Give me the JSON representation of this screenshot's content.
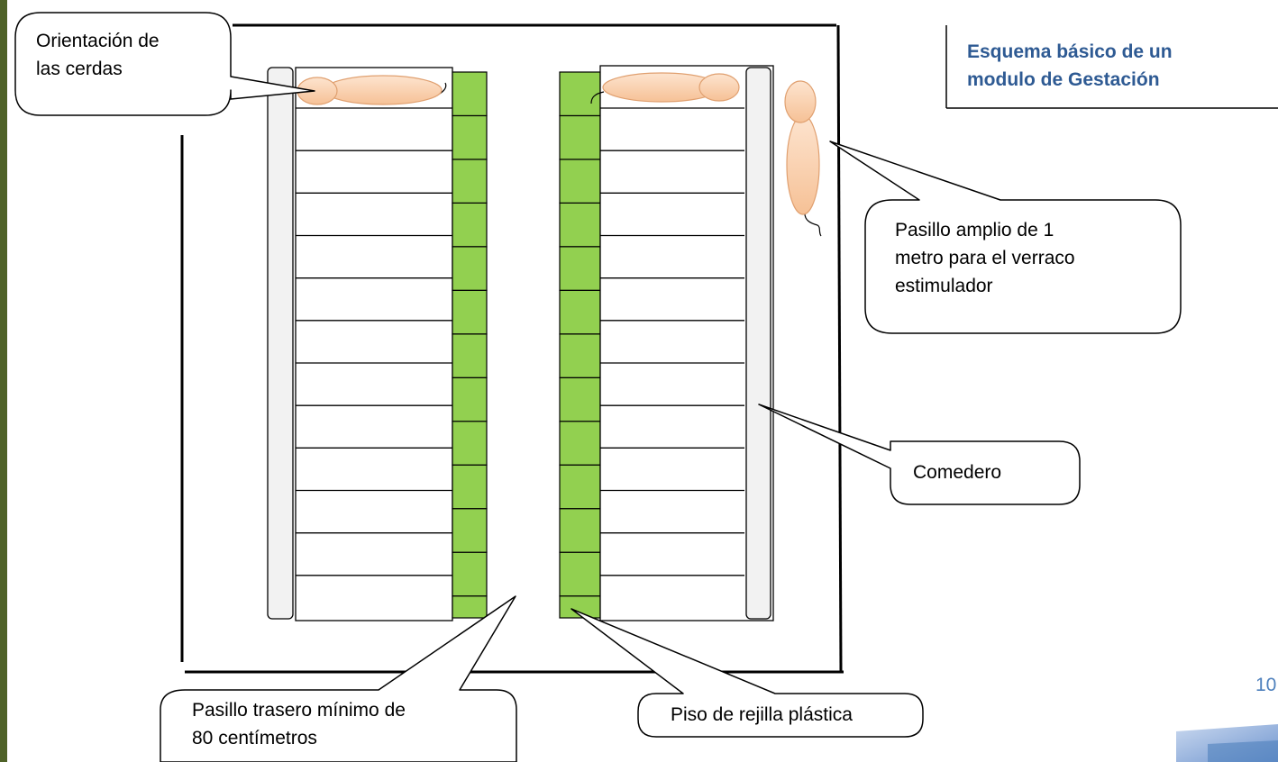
{
  "title": "Esquema básico de un\nmodulo de Gestación",
  "callouts": {
    "orientation": "Orientación de\nlas cerdas",
    "wide_aisle": "Pasillo amplio de 1\nmetro  para el verraco\nestimulador",
    "feeder": "Comedero",
    "rear_aisle": "Pasillo trasero  mínimo de\n80 centímetros",
    "slatted_floor": "Piso de rejilla plástica"
  },
  "page_number": "10",
  "colors": {
    "slatted_floor": "#92d050",
    "feeder": "#f2f2f2",
    "sow_body": "#fbd4b4",
    "title": "#2e5a93",
    "left_strip": "#4f6228",
    "corner_logo": "#4f81bd"
  },
  "stalls_per_row": 12
}
